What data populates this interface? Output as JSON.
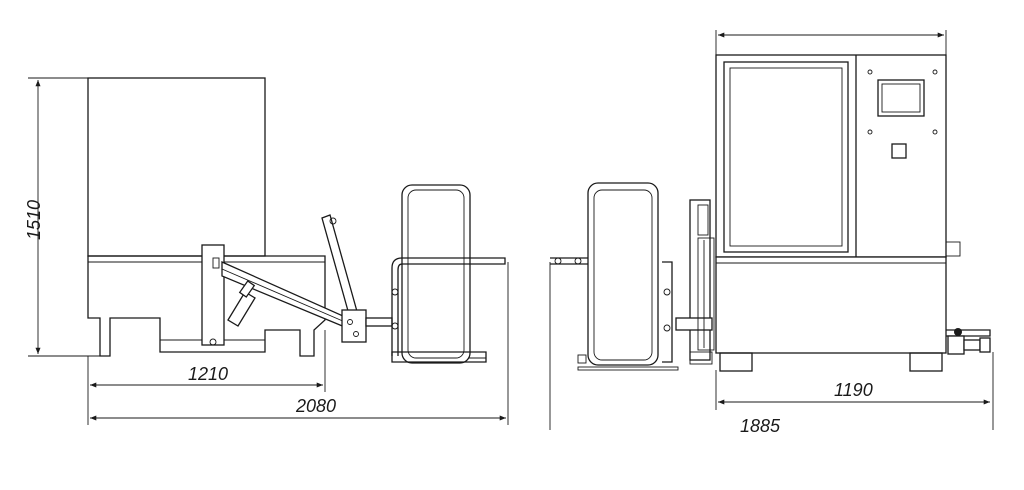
{
  "dimensions": {
    "height": "1510",
    "width_short": "1210",
    "width_total": "2080",
    "right_base": "1190",
    "right_total": "1885"
  },
  "colors": {
    "line": "#1a1a1a",
    "background": "#ffffff"
  }
}
